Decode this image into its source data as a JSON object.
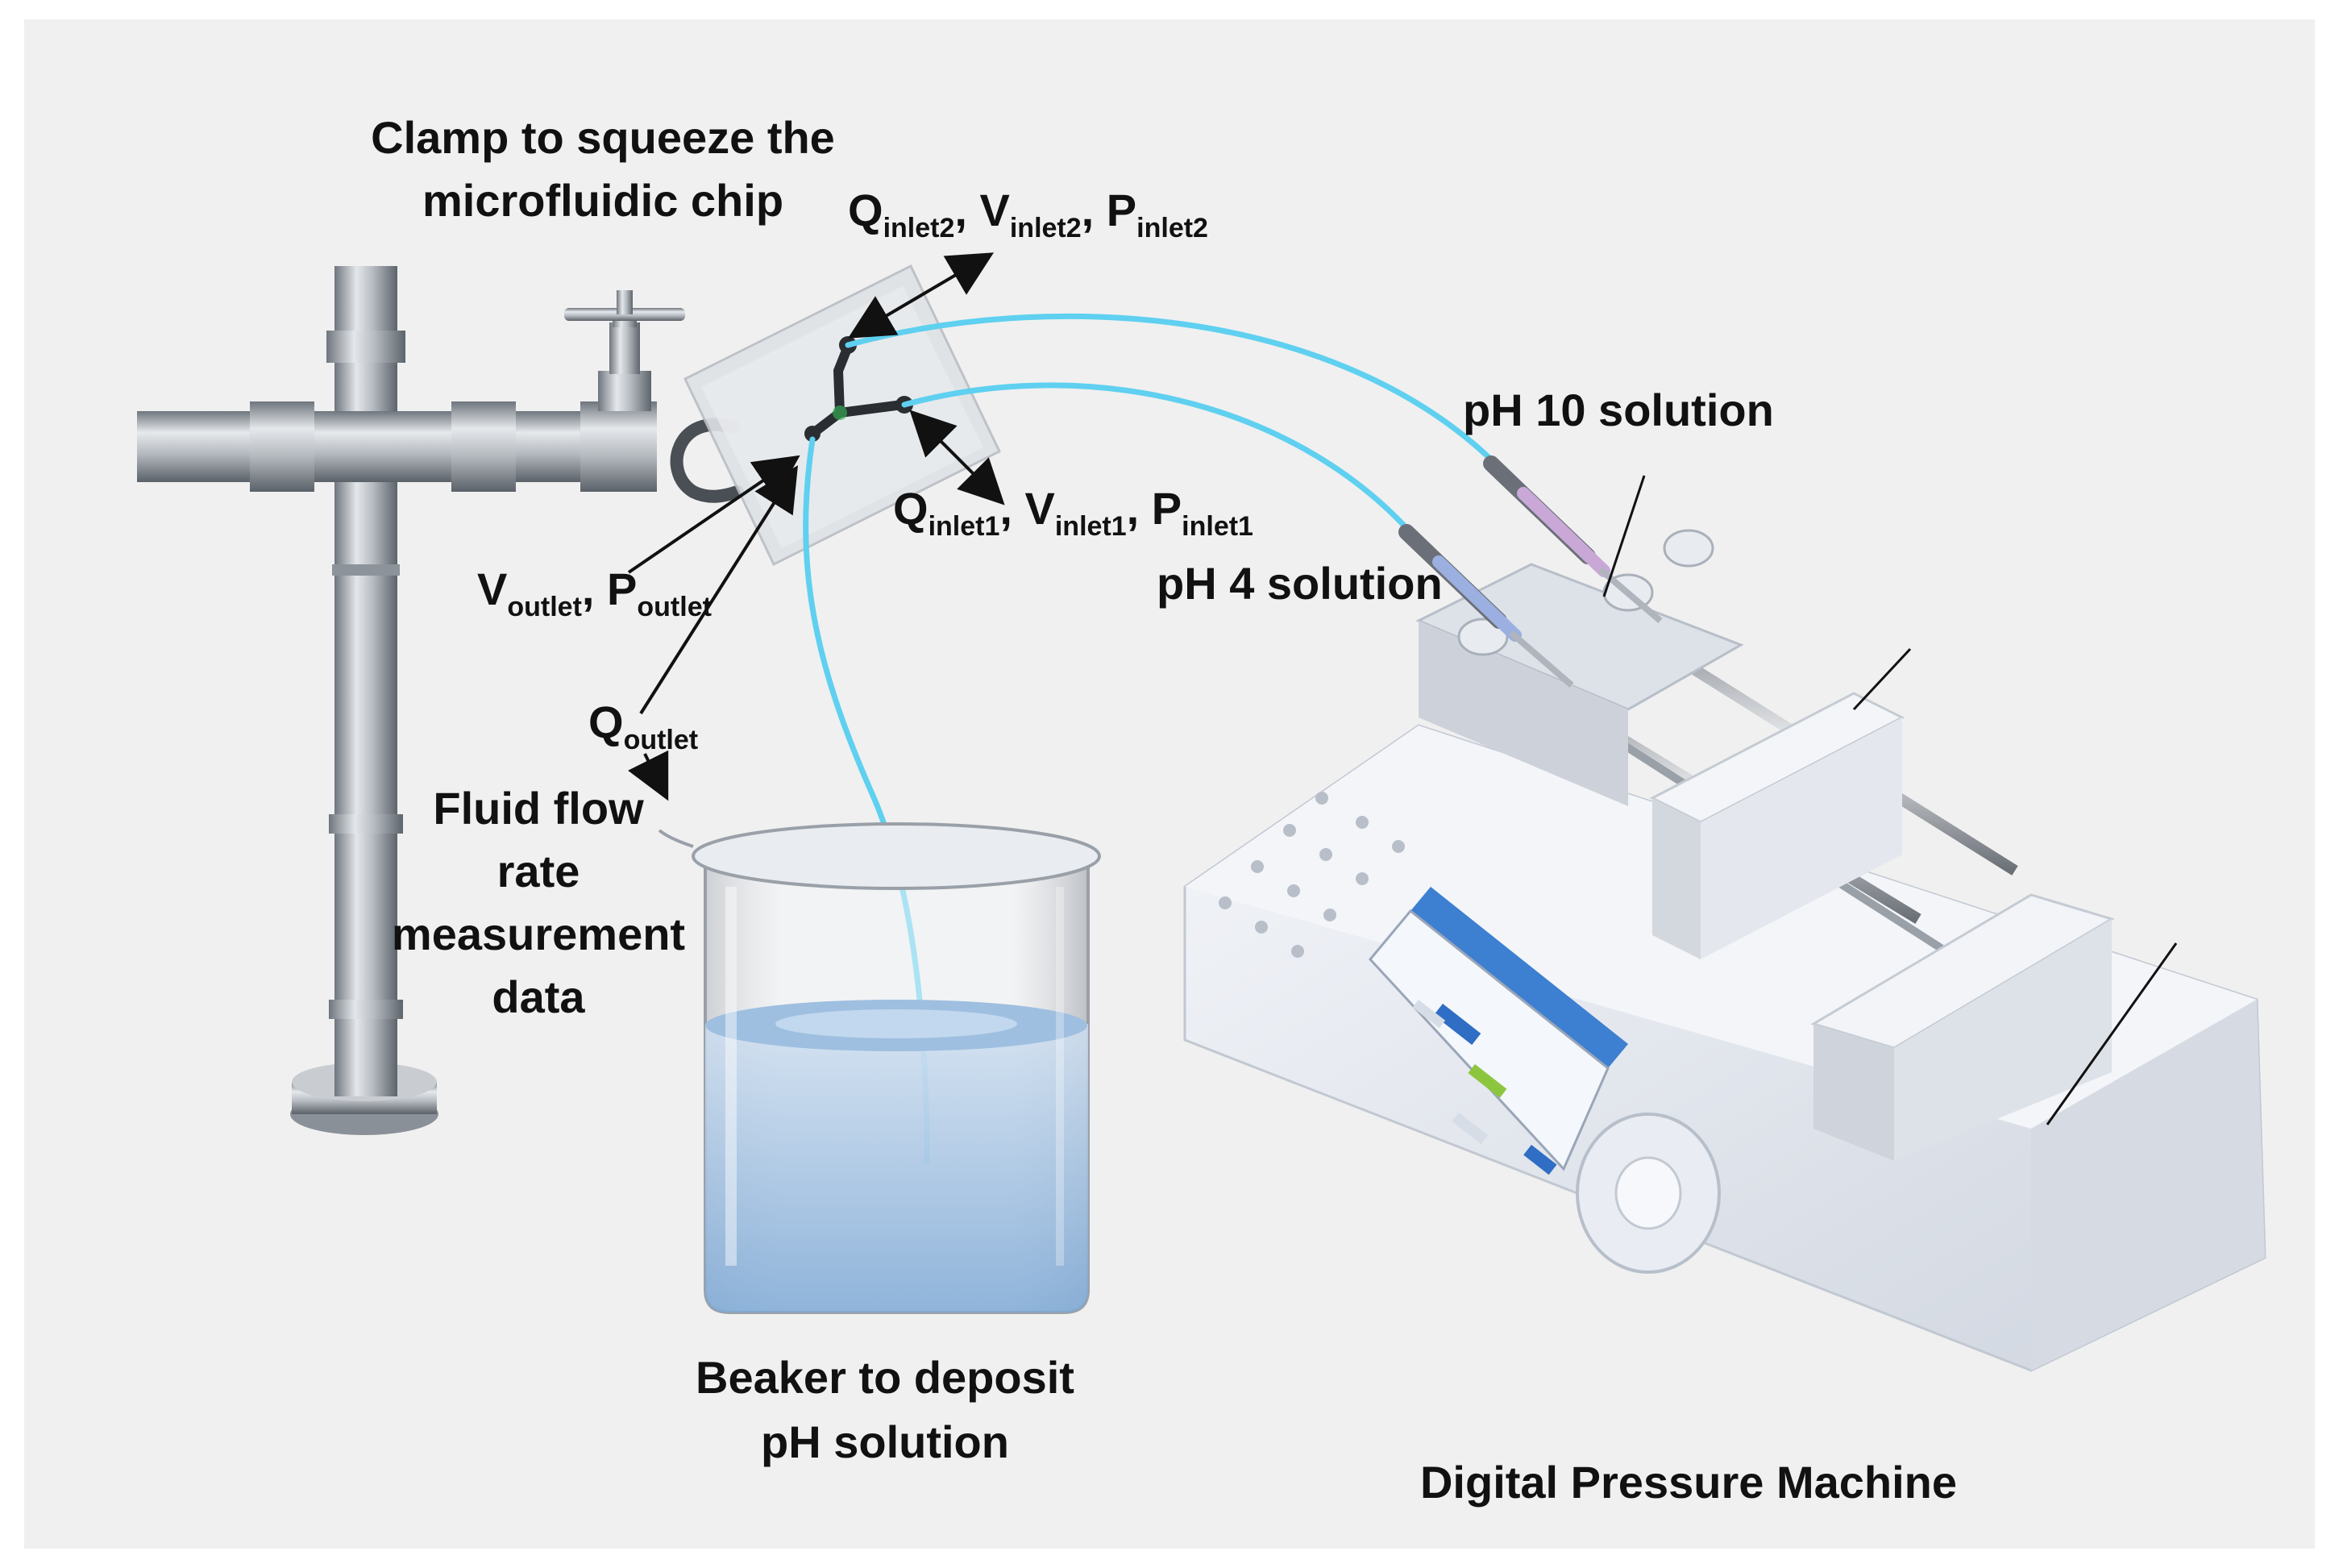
{
  "diagram": {
    "labels": {
      "clamp_line1": "Clamp to squeeze the",
      "clamp_line2": "microfluidic chip",
      "inlet2": {
        "q": "Q",
        "q_sub": "inlet2",
        "v": "V",
        "v_sub": "inlet2",
        "p": "P",
        "p_sub": "inlet2"
      },
      "inlet1": {
        "q": "Q",
        "q_sub": "inlet1",
        "v": "V",
        "v_sub": "inlet1",
        "p": "P",
        "p_sub": "inlet1"
      },
      "outlet_vp": {
        "v": "V",
        "v_sub": "outlet",
        "p": "P",
        "p_sub": "outlet"
      },
      "outlet_q": {
        "q": "Q",
        "q_sub": "outlet"
      },
      "flow_line1": "Fluid flow",
      "flow_line2": "rate",
      "flow_line3": "measurement",
      "flow_line4": "data",
      "ph10": "pH 10 solution",
      "ph4": "pH 4 solution",
      "beaker_line1": "Beaker to deposit",
      "beaker_line2": "pH solution",
      "machine": "Digital Pressure Machine"
    },
    "colors": {
      "tubing": "#5fd0f0",
      "pipe": "#a9afb6",
      "pipe_dark": "#6e757d",
      "machine_body": "#e4e8ef",
      "water": "#a9c7e4",
      "screen_accent": "#3d7fd1",
      "background": "#f0f0f0"
    }
  }
}
